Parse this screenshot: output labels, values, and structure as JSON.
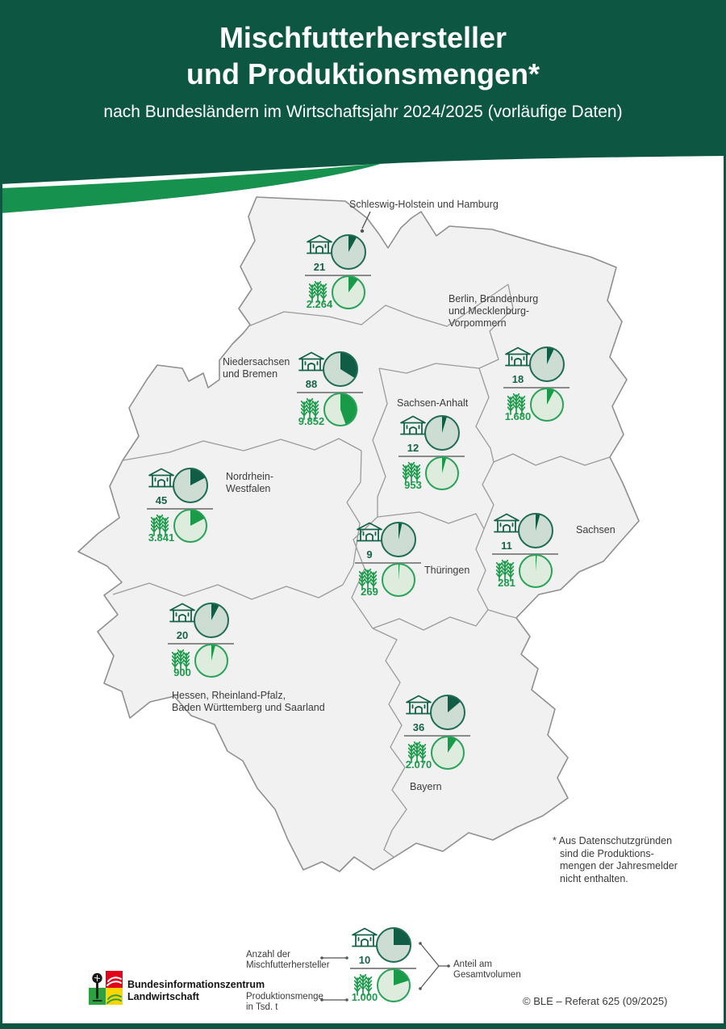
{
  "header": {
    "title_line1": "Mischfutterhersteller",
    "title_line2": "und Produktionsmengen*",
    "subtitle": "nach Bundesländern im Wirtschaftsjahr 2024/2025 (vorläufige Daten)"
  },
  "regions": [
    {
      "id": "schleswig-holstein-und-hamburg",
      "label_lines": [
        "Schleswig-Holstein und Hamburg"
      ],
      "manufacturers": {
        "display": "21",
        "value": 21
      },
      "production_tsd_t": {
        "display": "2.264",
        "value": 2264
      }
    },
    {
      "id": "niedersachsen-und-bremen",
      "label_lines": [
        "Niedersachsen",
        "und Bremen"
      ],
      "manufacturers": {
        "display": "88",
        "value": 88
      },
      "production_tsd_t": {
        "display": "9.852",
        "value": 9852
      }
    },
    {
      "id": "berlin-brandenburg-und-mecklenburg-vorpommern",
      "label_lines": [
        "Berlin, Brandenburg",
        "und Mecklenburg-",
        "Vorpommern"
      ],
      "manufacturers": {
        "display": "18",
        "value": 18
      },
      "production_tsd_t": {
        "display": "1.680",
        "value": 1680
      }
    },
    {
      "id": "sachsen-anhalt",
      "label_lines": [
        "Sachsen-Anhalt"
      ],
      "manufacturers": {
        "display": "12",
        "value": 12
      },
      "production_tsd_t": {
        "display": "953",
        "value": 953
      }
    },
    {
      "id": "nordrhein-westfalen",
      "label_lines": [
        "Nordrhein-",
        "Westfalen"
      ],
      "manufacturers": {
        "display": "45",
        "value": 45
      },
      "production_tsd_t": {
        "display": "3.841",
        "value": 3841
      }
    },
    {
      "id": "thueringen",
      "label_lines": [
        "Thüringen"
      ],
      "manufacturers": {
        "display": "9",
        "value": 9
      },
      "production_tsd_t": {
        "display": "269",
        "value": 269
      }
    },
    {
      "id": "sachsen",
      "label_lines": [
        "Sachsen"
      ],
      "manufacturers": {
        "display": "11",
        "value": 11
      },
      "production_tsd_t": {
        "display": "281",
        "value": 281
      }
    },
    {
      "id": "hessen-rheinland-pfalz-baden-wuerttemberg-und-saarland",
      "label_lines": [
        "Hessen, Rheinland-Pfalz,",
        "Baden Württemberg und Saarland"
      ],
      "manufacturers": {
        "display": "20",
        "value": 20
      },
      "production_tsd_t": {
        "display": "900",
        "value": 900
      }
    },
    {
      "id": "bayern",
      "label_lines": [
        "Bayern"
      ],
      "manufacturers": {
        "display": "36",
        "value": 36
      },
      "production_tsd_t": {
        "display": "2.070",
        "value": 2070
      }
    }
  ],
  "footnote_lines": [
    "* Aus Datenschutzgründen",
    "sind die Produktions-",
    "mengen der Jahresmelder",
    "nicht enthalten."
  ],
  "legend": {
    "count_label_lines": [
      "Anzahl der",
      "Mischfutterhersteller"
    ],
    "production_label_lines": [
      "Produktionsmenge",
      "in Tsd. t"
    ],
    "share_label_lines": [
      "Anteil am",
      "Gesamtvolumen"
    ],
    "example": {
      "manufacturers": {
        "display": "10",
        "fraction": 0.25
      },
      "production": {
        "display": "1.000",
        "fraction": 0.2
      }
    }
  },
  "footer": {
    "org_line1": "Bundesinformationszentrum",
    "org_line2": "Landwirtschaft",
    "copyright": "© BLE – Referat 625 (09/2025)"
  },
  "colors": {
    "header_green": "#0d5742",
    "swoosh_green": "#17914e",
    "count_green": "#15634b",
    "production_green": "#1d9b4c",
    "pie1_base": "#cdddd4",
    "pie1_slice": "#115c45",
    "pie1_ring": "#1f6b53",
    "pie2_base": "#ddecdd",
    "pie2_slice": "#189a48",
    "pie2_ring": "#2aa258",
    "map_fill": "#f0f1f0",
    "map_border": "#8f8f8f",
    "inner_border": "#9b9b9b",
    "label_gray": "#3c3c3c",
    "pointer_gray": "#555555",
    "logo_red": "#e2001a",
    "logo_green": "#2fa042",
    "logo_yellow": "#ffd500"
  }
}
